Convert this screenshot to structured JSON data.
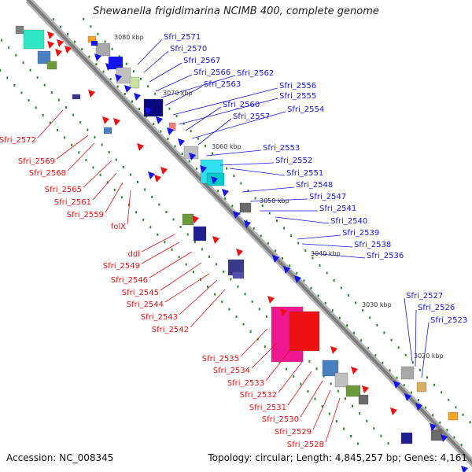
{
  "title": "Shewanella frigidimarina NCIMB 400, complete genome",
  "accession": "Accession: NC_008345",
  "topology": "Topology: circular; Length: 4,845,257 bp; Genes: 4,161",
  "colors": {
    "backbone": "#808080",
    "forward": "#1414ee",
    "reverse": "#ee1111",
    "tick": "#228b22"
  },
  "kbp_marks": [
    "3080 kbp",
    "3070 kbp",
    "3060 kbp",
    "3050 kbp",
    "3040 kbp",
    "3030 kbp",
    "3020 kbp"
  ],
  "labels_blue": [
    "Sfri_2571",
    "Sfri_2570",
    "Sfri_2567",
    "Sfri_2566",
    "Sfri_2562",
    "Sfri_2563",
    "Sfri_2556",
    "Sfri_2555",
    "Sfri_2560",
    "Sfri_2554",
    "Sfri_2557",
    "Sfri_2553",
    "Sfri_2552",
    "Sfri_2551",
    "Sfri_2548",
    "Sfri_2547",
    "Sfri_2541",
    "Sfri_2540",
    "Sfri_2539",
    "Sfri_2538",
    "Sfri_2536",
    "Sfri_2527",
    "Sfri_2526",
    "Sfri_2523"
  ],
  "labels_red": [
    "Sfri_2572",
    "Sfri_2569",
    "Sfri_2568",
    "Sfri_2565",
    "Sfri_2561",
    "Sfri_2559",
    "folX",
    "ddl",
    "Sfri_2549",
    "Sfri_2546",
    "Sfri_2545",
    "Sfri_2544",
    "Sfri_2543",
    "Sfri_2542",
    "Sfri_2535",
    "Sfri_2534",
    "Sfri_2533",
    "Sfri_2532",
    "Sfri_2531",
    "Sfri_2530",
    "Sfri_2529",
    "Sfri_2528"
  ]
}
